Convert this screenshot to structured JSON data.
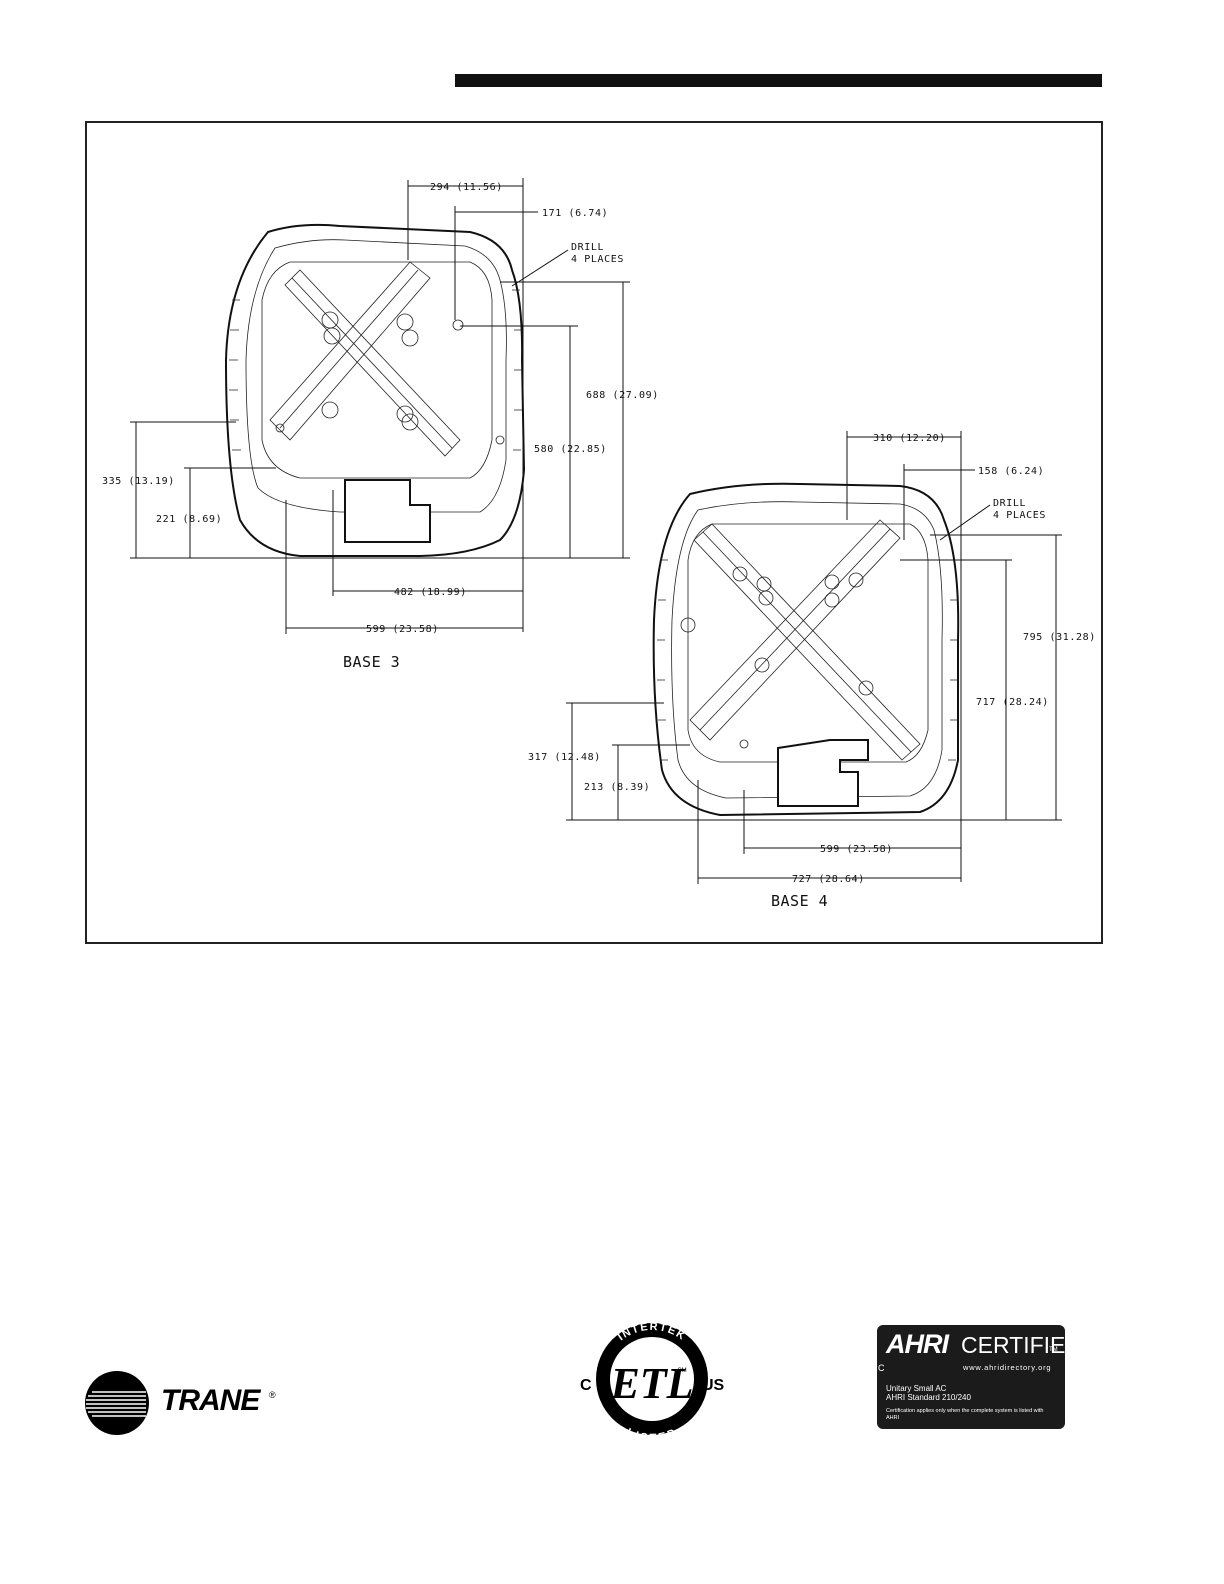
{
  "base3": {
    "title": "BASE 3",
    "dim_294": "294 (11.56)",
    "dim_171": "171 (6.74)",
    "drill_line1": "DRILL",
    "drill_line2": "4 PLACES",
    "dim_688": "688 (27.09)",
    "dim_580": "580 (22.85)",
    "dim_335": "335 (13.19)",
    "dim_221": "221 (8.69)",
    "dim_482": "482 (18.99)",
    "dim_599": "599 (23.58)"
  },
  "base4": {
    "title": "BASE 4",
    "dim_310": "310 (12.20)",
    "dim_158": "158 (6.24)",
    "drill_line1": "DRILL",
    "drill_line2": "4 PLACES",
    "dim_795": "795 (31.28)",
    "dim_717": "717 (28.24)",
    "dim_317": "317 (12.48)",
    "dim_213": "213 (8.39)",
    "dim_599": "599 (23.58)",
    "dim_727": "727 (28.64)"
  },
  "footer": {
    "trane_name": "TRANE",
    "trane_reg": "®",
    "etl_top": "INTERTEK",
    "etl_bottom": "LISTED",
    "etl_mark": "ETL",
    "etl_c": "C",
    "etl_us": "US",
    "etl_cm": "CM",
    "ahri_logo": "AHRI",
    "ahri_certified": "CERTIFIED",
    "ahri_tm": "TM",
    "ahri_c": "C",
    "ahri_url": "www.ahridirectory.org",
    "ahri_program_line1": "Unitary Small AC",
    "ahri_program_line2": "AHRI Standard 210/240",
    "ahri_note": "Certification applies only when the complete system is listed with AHRI"
  }
}
